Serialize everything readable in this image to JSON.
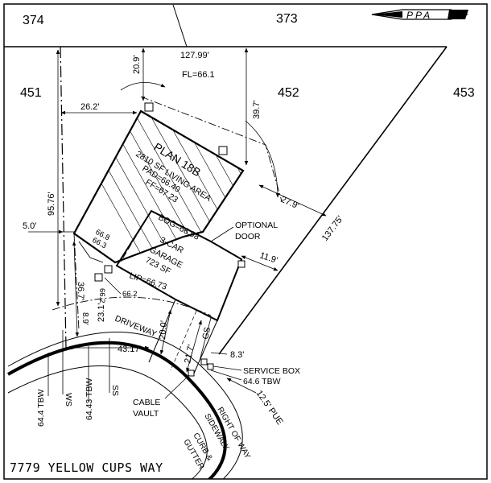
{
  "lots": {
    "l374": "374",
    "l373": "373",
    "l451": "451",
    "l452": "452",
    "l453": "453"
  },
  "logo": "PPA",
  "address": "7779 YELLOW CUPS WAY",
  "house": {
    "plan": "PLAN 18B",
    "living_area": "2810 SF LIVING AREA",
    "pad": "PAD=66.40",
    "ff": "FF=67.23"
  },
  "garage": {
    "bog": "BOG=66.98",
    "name": "3-CAR",
    "type": "GARAGE",
    "area": "723 SF"
  },
  "elevations": {
    "fl": "FL=66.1",
    "lip": "LIP=66.73",
    "e668": "66.8",
    "e663": "66.3",
    "e662a": "66.2",
    "e662b": "66.2"
  },
  "dimensions": {
    "d1": "127.99'",
    "d2": "20.9'",
    "d3": "26.2'",
    "d4": "39.7'",
    "d5": "95.76'",
    "d6": "5.0'",
    "d7": "27.9'",
    "d8": "137.75'",
    "d9": "11.9'",
    "d10": "36.7'",
    "d11": "8.9'",
    "d12": "23.1'",
    "d13": "43.17'",
    "d14": "20.0'",
    "d15": "21.7'",
    "d16": "8.3'",
    "d17": "12.5' PUE"
  },
  "labels": {
    "optional": "OPTIONAL",
    "door": "DOOR",
    "driveway": "DRIVEWAY",
    "service_box": "SERVICE BOX",
    "tbw646": "64.6 TBW",
    "cable": "CABLE",
    "vault": "VAULT",
    "right_of_way": "RIGHT OF WAY",
    "sidewalk": "SIDEWALK",
    "curb": "CURB &",
    "gutter": "GUTTER",
    "tbw644": "64.4 TBW",
    "ws": "WS",
    "tbw6443": "64.43 TBW",
    "ss": "SS",
    "gs": "GS"
  }
}
